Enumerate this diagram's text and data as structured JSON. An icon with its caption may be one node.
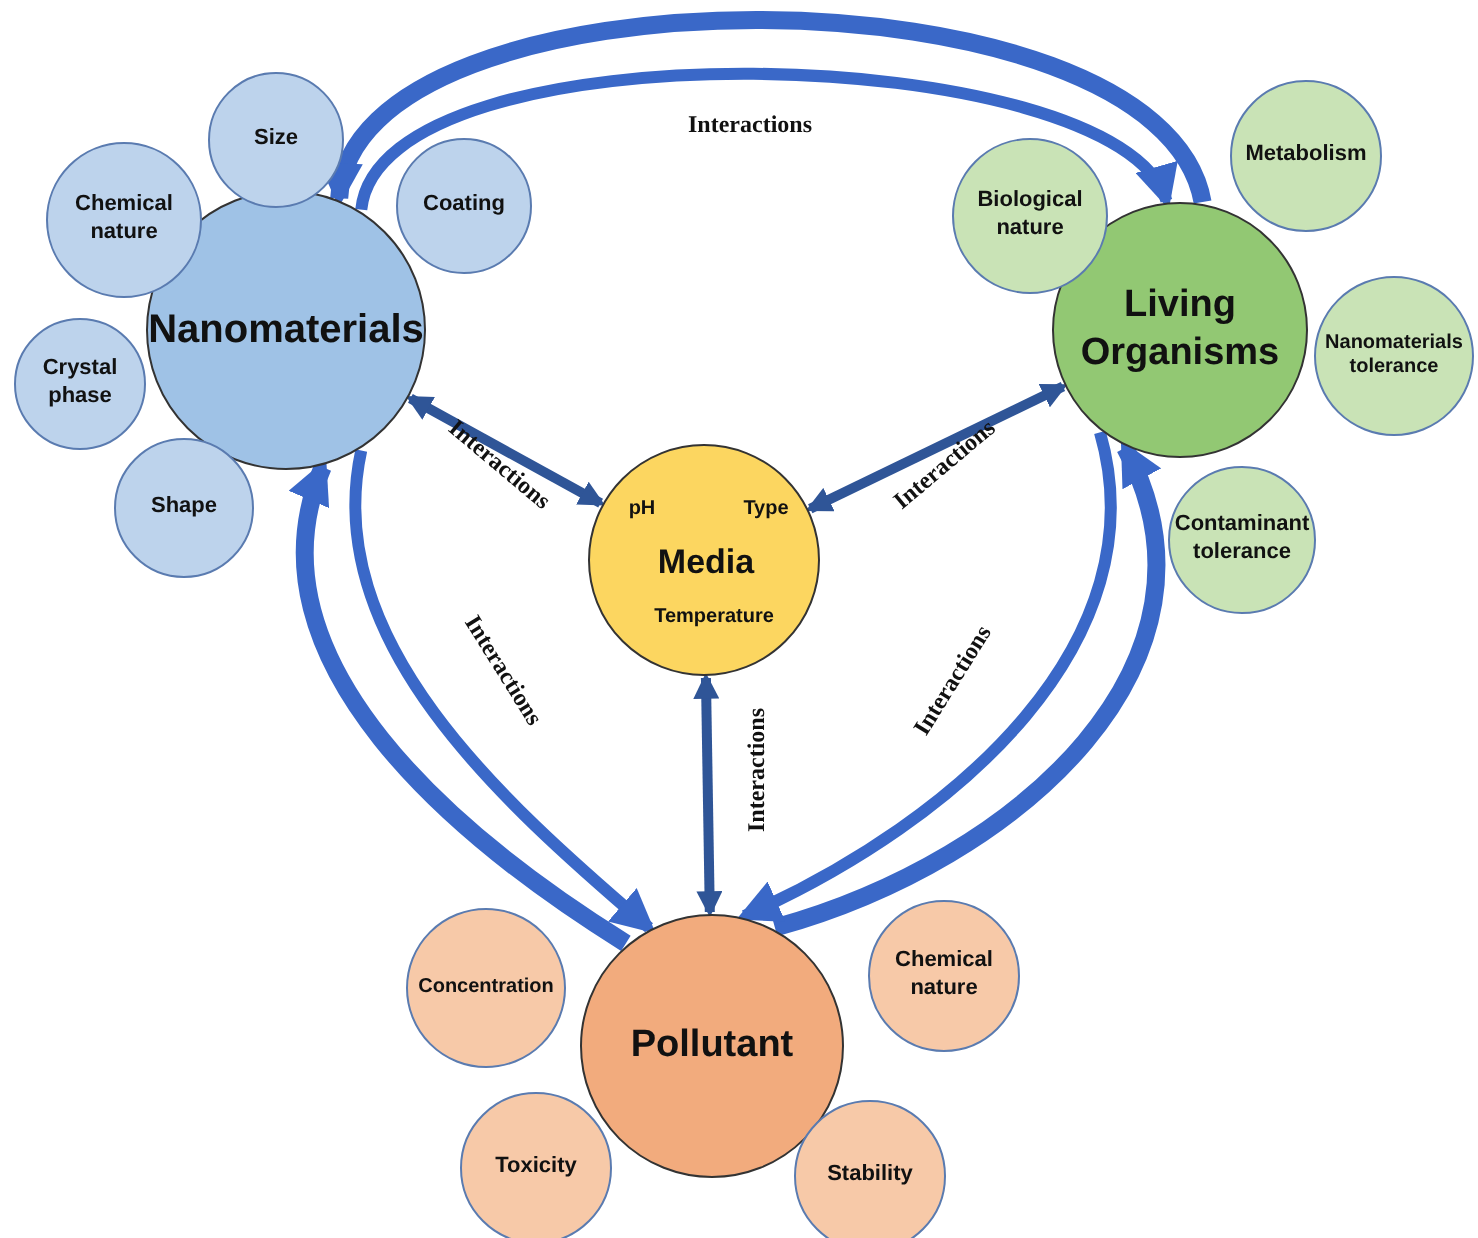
{
  "diagram": {
    "nodes": [
      {
        "text": [
          "Nanomaterials"
        ]
      },
      {
        "text": [
          "Size"
        ]
      },
      {
        "text": [
          "Coating"
        ]
      },
      {
        "text": [
          "Chemical nature"
        ]
      },
      {
        "text": [
          "Crystal phase"
        ]
      },
      {
        "text": [
          "Shape"
        ]
      },
      {
        "text": [
          "Living Organisms"
        ]
      },
      {
        "text": [
          "Biological nature"
        ]
      },
      {
        "text": [
          "Metabolism"
        ]
      },
      {
        "text": [
          "Nanomaterials tolerance"
        ]
      },
      {
        "text": [
          "Contaminant tolerance"
        ]
      },
      {
        "text": [
          "pH",
          "Type",
          "Media",
          "Temperature"
        ]
      },
      {
        "text": [
          "Pollutant"
        ]
      },
      {
        "text": [
          "Concentration"
        ]
      },
      {
        "text": [
          "Chemical nature"
        ]
      },
      {
        "text": [
          "Toxicity"
        ]
      },
      {
        "text": [
          "Stability"
        ]
      }
    ],
    "edges": [
      {
        "from": 6,
        "to": 0,
        "arrow": "to"
      },
      {
        "from": 0,
        "to": 6,
        "arrow": "to",
        "label": "Interactions"
      },
      {
        "from": 0,
        "to": 11,
        "arrow": "both",
        "label": "Interactions",
        "color": "#2f5597"
      },
      {
        "from": 6,
        "to": 11,
        "arrow": "both",
        "label": "Interactions",
        "color": "#2f5597"
      },
      {
        "from": 11,
        "to": 12,
        "arrow": "both",
        "label": "Interactions",
        "color": "#2f5597"
      },
      {
        "from": 12,
        "to": 0,
        "arrow": "to"
      },
      {
        "from": 0,
        "to": 12,
        "arrow": "to",
        "label": "Interactions"
      },
      {
        "from": 12,
        "to": 6,
        "arrow": "to"
      },
      {
        "from": 6,
        "to": 12,
        "arrow": "to",
        "label": "Interactions"
      }
    ]
  }
}
